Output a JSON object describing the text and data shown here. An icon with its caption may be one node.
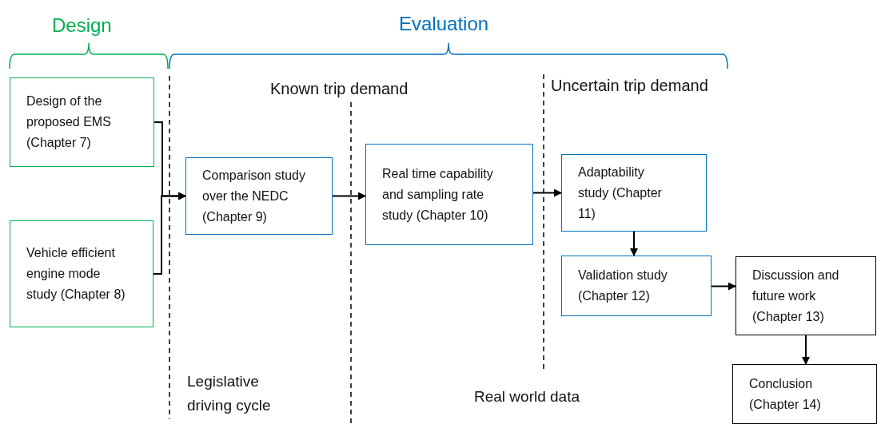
{
  "diagram": {
    "nodes": [
      {
        "text": [
          "Design of the proposed EMS (Chapter 7)"
        ]
      },
      {
        "text": [
          "Vehicle efficient engine mode study (Chapter 8)"
        ]
      },
      {
        "text": [
          "Comparison study over the NEDC (Chapter 9)"
        ]
      },
      {
        "text": [
          "Real time capability and sampling rate study (Chapter 10)"
        ]
      },
      {
        "text": [
          "Adaptability study (Chapter 11)"
        ]
      },
      {
        "text": [
          "Validation study (Chapter 12)"
        ]
      },
      {
        "text": [
          "Discussion and future work (Chapter 13)"
        ]
      },
      {
        "text": [
          "Conclusion (Chapter 14)"
        ]
      }
    ],
    "edges": [
      {
        "from": 0,
        "to": 2,
        "arrow": "to"
      },
      {
        "from": 1,
        "to": 2,
        "arrow": "to"
      },
      {
        "from": 2,
        "to": 3,
        "arrow": "to"
      },
      {
        "from": 3,
        "to": 4,
        "arrow": "to"
      },
      {
        "from": 4,
        "to": 5,
        "arrow": "to"
      },
      {
        "from": 5,
        "to": 6,
        "arrow": "to"
      },
      {
        "from": 6,
        "to": 7,
        "arrow": "to"
      }
    ],
    "labels": [
      "Design",
      "Evaluation",
      "Known trip demand",
      "Uncertain trip demand",
      "Legislative driving cycle",
      "Real world data"
    ]
  }
}
